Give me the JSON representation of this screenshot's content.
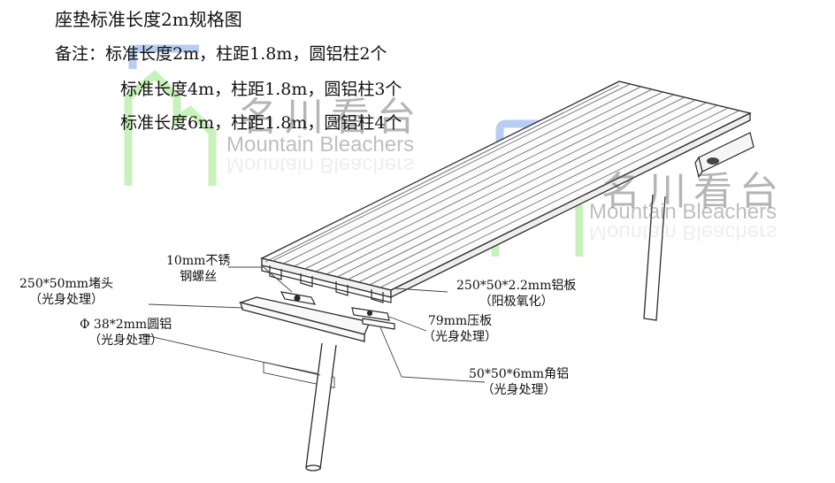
{
  "title": "座垫标准长度2m规格图",
  "notes": {
    "prefix": "备注：",
    "line1": "标准长度2m，柱距1.8m，圆铝柱2个",
    "line2": "标准长度4m，柱距1.8m，圆铝柱3个",
    "line3": "标准长度6m，柱距1.8m，圆铝柱4个"
  },
  "callouts": {
    "screw": {
      "line1": "10mm不锈",
      "line2": "钢螺丝"
    },
    "endcap": {
      "line1": "250*50mm堵头",
      "line2": "（光身处理）"
    },
    "tube": {
      "line1": "Φ 38*2mm圆铝",
      "line2": "（光身处理）"
    },
    "plate": {
      "line1": "250*50*2.2mm铝板",
      "line2": "（阳极氧化）"
    },
    "pressplate": {
      "line1": "79mm压板",
      "line2": "（光身处理）"
    },
    "angle": {
      "line1": "50*50*6mm角铝",
      "line2": "（光身处理）"
    }
  },
  "watermark": {
    "cn": "名川看台",
    "en": "Mountain Bleachers"
  },
  "colors": {
    "line": "#2a2a2a",
    "watermark_blue": "#7fa6e8",
    "watermark_green": "#8fe07a"
  }
}
